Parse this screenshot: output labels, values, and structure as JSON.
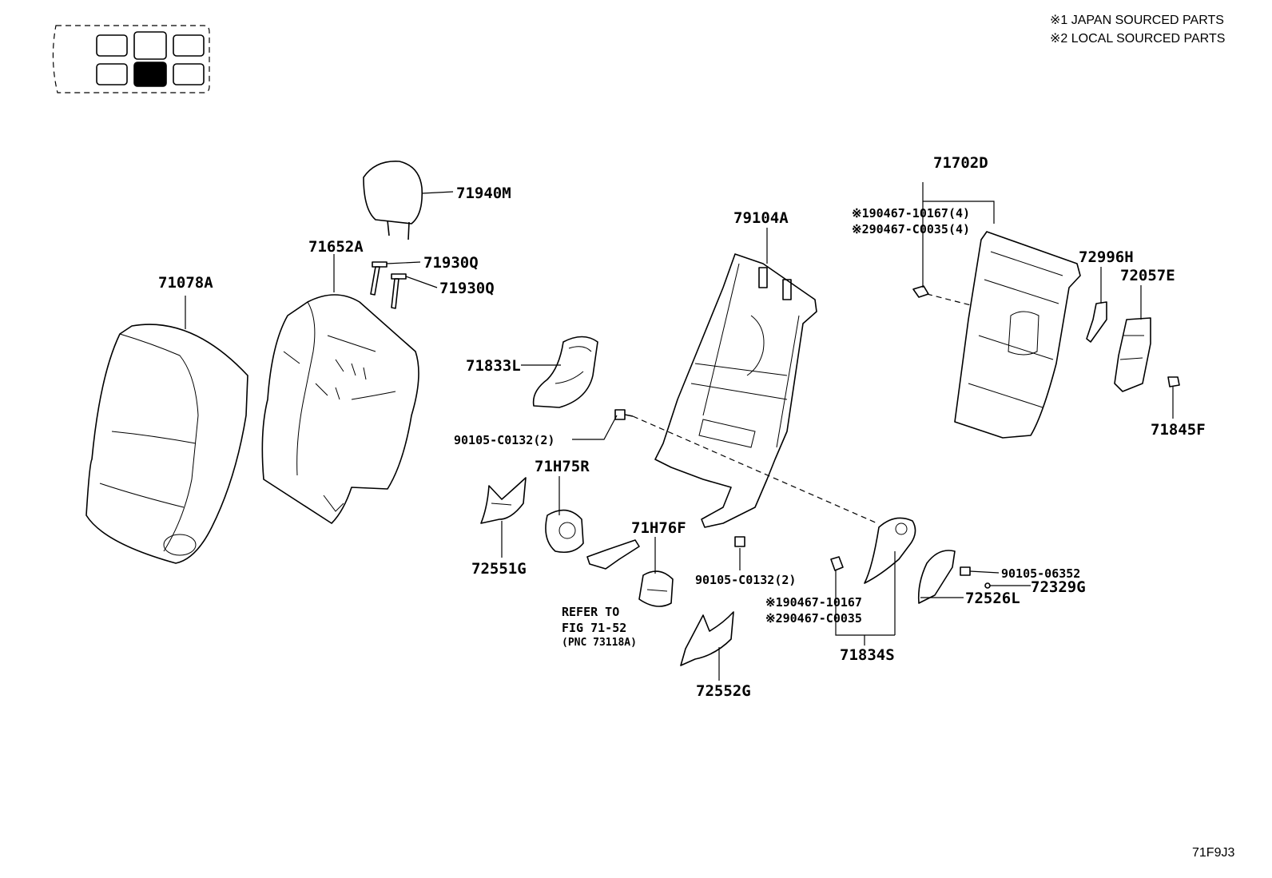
{
  "legend": {
    "note1": "※1 JAPAN SOURCED PARTS",
    "note2": "※2 LOCAL SOURCED PARTS"
  },
  "figure_code": "71F9J3",
  "parts": {
    "p71078A": "71078A",
    "p71652A": "71652A",
    "p71940M": "71940M",
    "p71930Q_a": "71930Q",
    "p71930Q_b": "71930Q",
    "p71833L": "71833L",
    "p90105_C0132_upper": "90105-C0132(2)",
    "p71H75R": "71H75R",
    "p72551G": "72551G",
    "p71H76F": "71H76F",
    "p79104A": "79104A",
    "p90105_C0132_lower": "90105-C0132(2)",
    "p72552G": "72552G",
    "p71702D": "71702D",
    "p90467_10167_4": "※190467-10167(4)",
    "p90467_C0035_4": "※290467-C0035(4)",
    "p72996H": "72996H",
    "p72057E": "72057E",
    "p71845F": "71845F",
    "p90467_10167": "※190467-10167",
    "p90467_C0035": "※290467-C0035",
    "p71834S": "71834S",
    "p90105_06352": "90105-06352",
    "p72329G": "72329G",
    "p72526L": "72526L"
  },
  "refer": {
    "line1": "REFER TO",
    "line2": "FIG 71-52",
    "line3": "(PNC 73118A)"
  }
}
